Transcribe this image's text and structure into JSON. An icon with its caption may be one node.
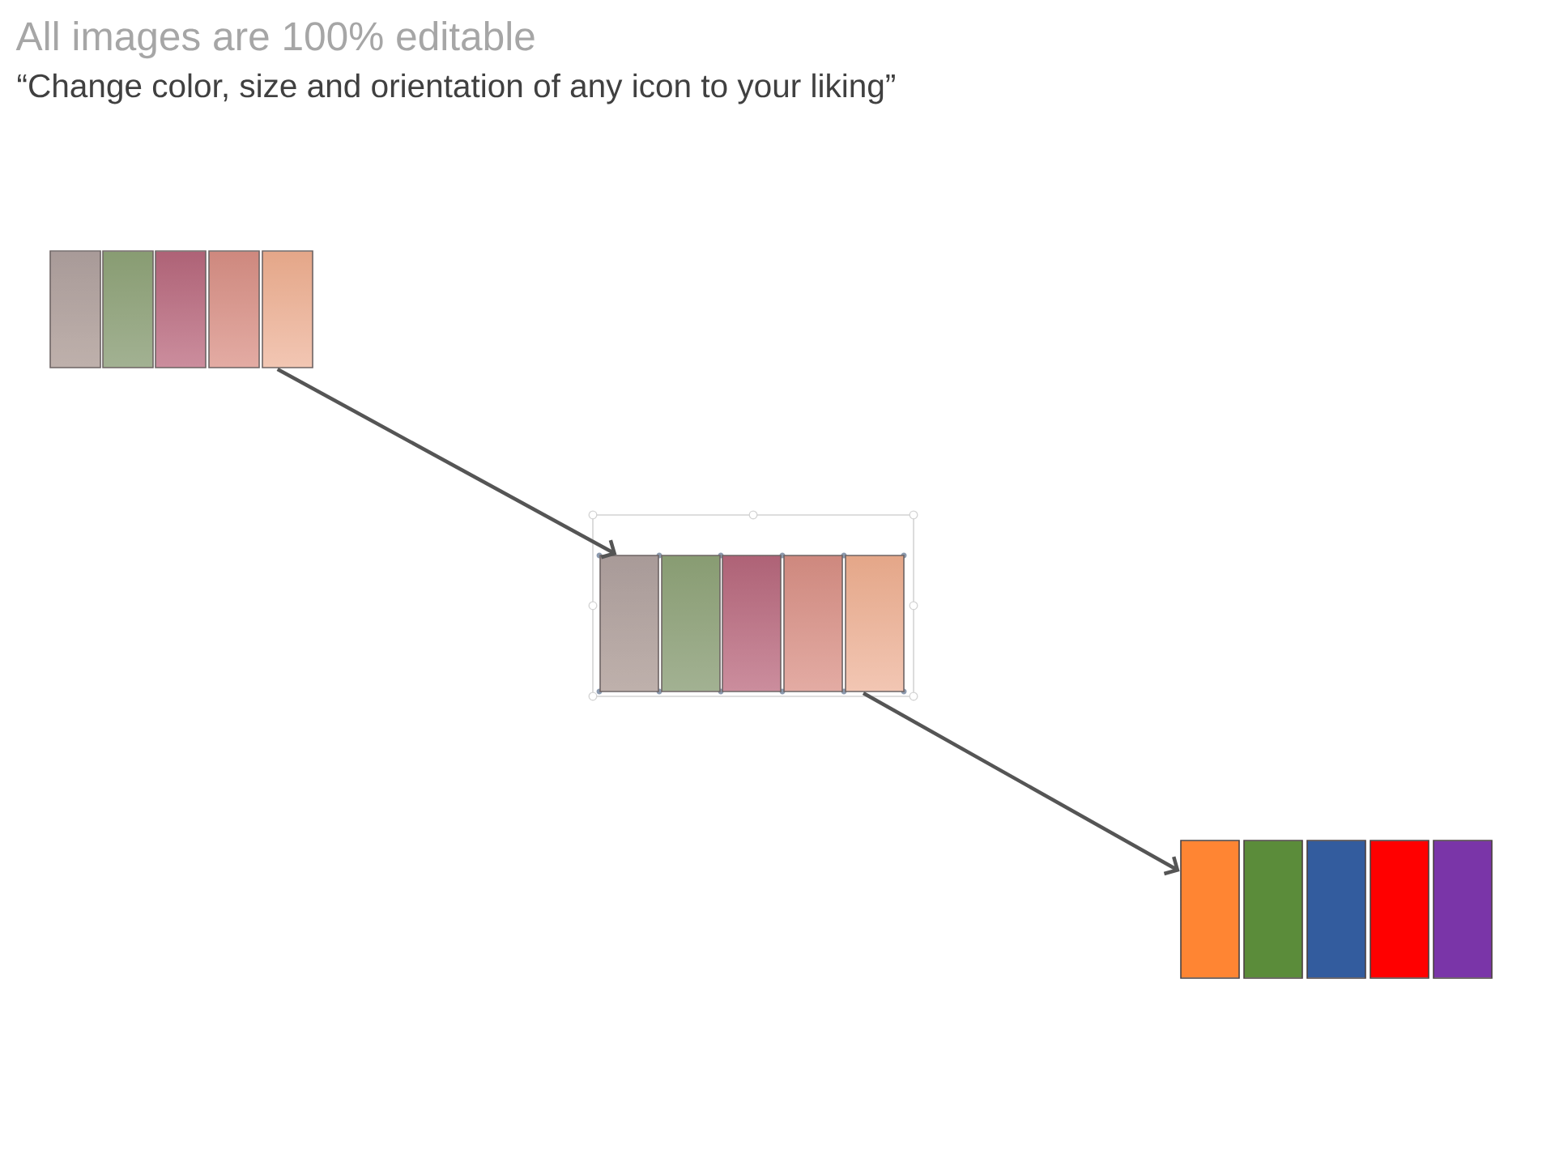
{
  "diagram": {
    "title": "All images are 100% editable",
    "nodes": [
      {
        "text": [],
        "shape": "bar"
      },
      {
        "text": [],
        "shape": "bar"
      },
      {
        "text": [],
        "shape": "bar"
      }
    ],
    "edges": [
      {
        "from": 0,
        "to": 1,
        "arrow": "to"
      },
      {
        "from": 1,
        "to": 2,
        "arrow": "to"
      }
    ],
    "labels": [
      "“Change color, size and orientation of any icon to your liking”"
    ]
  }
}
